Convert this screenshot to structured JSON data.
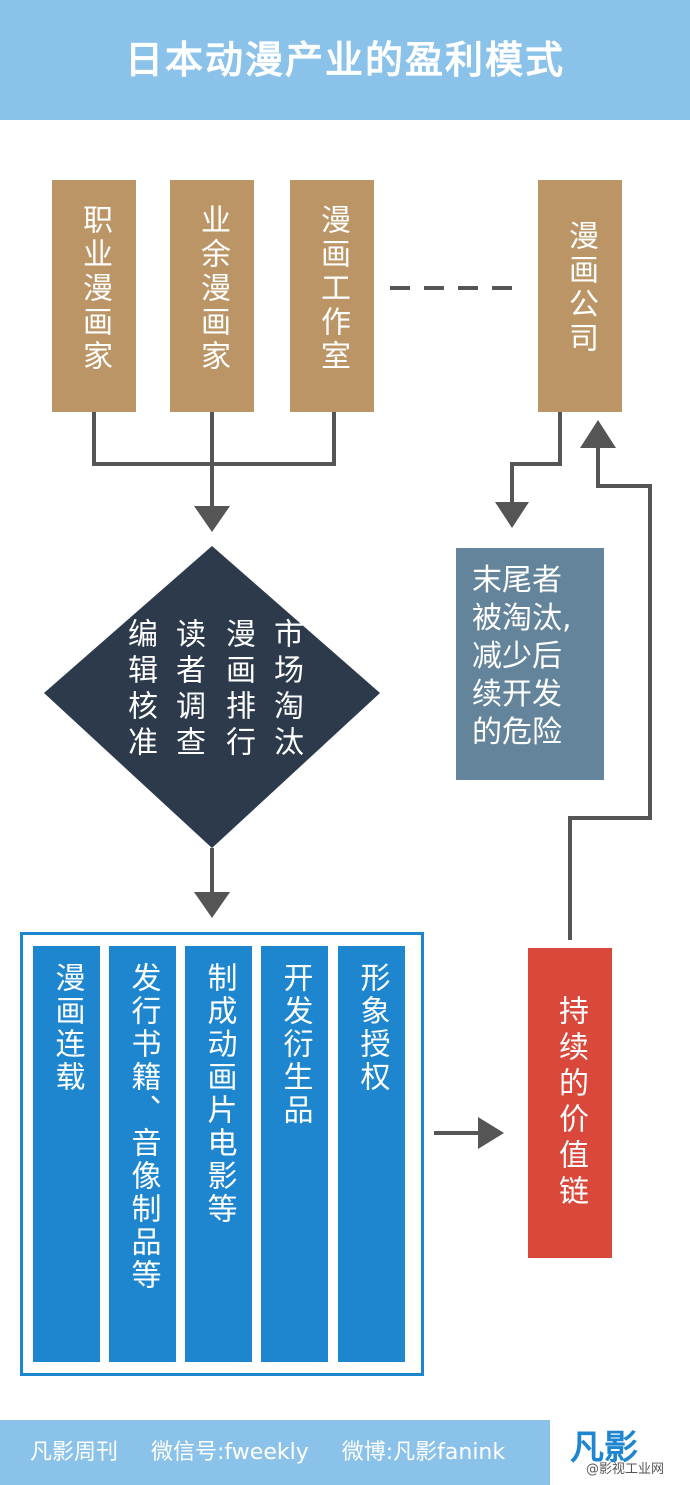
{
  "title": "日本动漫产业的盈利模式",
  "sources": [
    "职业漫画家",
    "业余漫画家",
    "漫画工作室"
  ],
  "company": "漫画公司",
  "screening": [
    "市场淘汰",
    "漫画排行",
    "读者调查",
    "编辑核准"
  ],
  "risk_note": [
    "末尾者",
    "被淘汰,",
    "减少后",
    "续开发",
    "的危险"
  ],
  "products": [
    "漫画连载",
    "发行书籍、音像制品等",
    "制成动画片电影等",
    "开发衍生品",
    "形象授权"
  ],
  "value_chain": "持续的价值链",
  "footer": {
    "brand": "凡影周刊",
    "wechat": "微信号:fweekly",
    "weibo": "微博:凡影fanink"
  },
  "logo": "凡影",
  "watermark": "@影视工业网",
  "colors": {
    "header": "#8bc2ea",
    "tan": "#bb9566",
    "diamond": "#2c3a4b",
    "slate": "#63849a",
    "blue": "#1e86cf",
    "red": "#d9483b",
    "connector": "#555555"
  }
}
